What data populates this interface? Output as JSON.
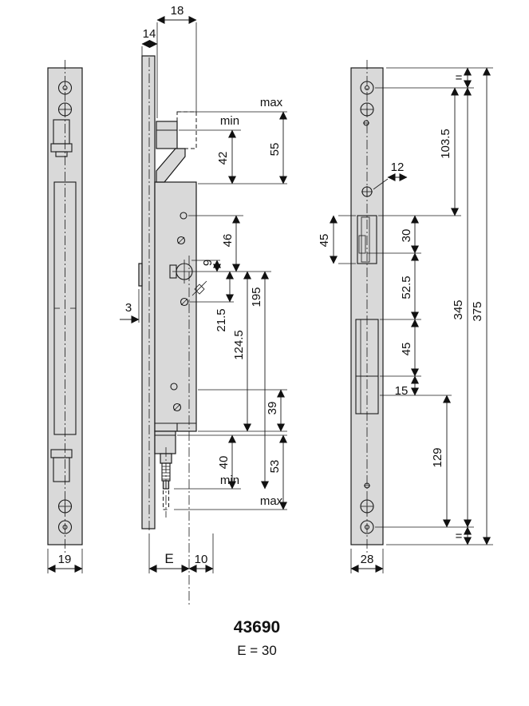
{
  "drawing": {
    "model": "43690",
    "entry": "E = 30",
    "front_view": {
      "width": "19"
    },
    "side_view": {
      "top_width": "18",
      "top_offset": "14",
      "max_top": "max",
      "min_top": "min",
      "bolt_throw_min": "42",
      "bolt_throw_max": "55",
      "latch_to_cyl": "46",
      "nine": "9",
      "cyl_offset": "21.5",
      "one_ninety_five": "195",
      "one_twenty_four_five": "124.5",
      "plate_step": "3",
      "thirty_nine": "39",
      "rod_min": "40",
      "rod_max": "53",
      "min_bottom": "min",
      "max_bottom": "max",
      "entry_label": "E",
      "ten": "10"
    },
    "back_view": {
      "equal_top": "=",
      "d103_5": "103.5",
      "d12": "12",
      "d45_latch": "45",
      "d30": "30",
      "d52_5": "52.5",
      "d45_bolt": "45",
      "d15": "15",
      "d129": "129",
      "d345": "345",
      "d375": "375",
      "equal_bottom": "=",
      "width": "28"
    }
  }
}
